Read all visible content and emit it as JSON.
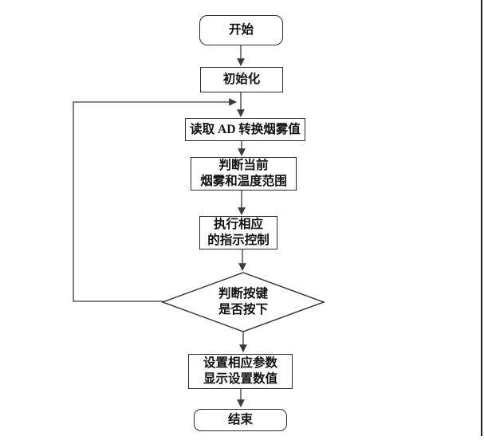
{
  "diagram": {
    "type": "flowchart",
    "nodes": {
      "start": {
        "shape": "terminator",
        "lines": [
          "开始"
        ]
      },
      "init": {
        "shape": "process",
        "lines": [
          "初始化"
        ]
      },
      "read_ad": {
        "shape": "process",
        "lines": [
          "读取 AD 转换烟雾值"
        ]
      },
      "judge_range": {
        "shape": "process",
        "lines": [
          "判断当前",
          "烟雾和温度范围"
        ]
      },
      "execute": {
        "shape": "process",
        "lines": [
          "执行相应",
          "的指示控制"
        ]
      },
      "key_decision": {
        "shape": "decision",
        "lines": [
          "判断按键",
          "是否按下"
        ]
      },
      "set_params": {
        "shape": "process",
        "lines": [
          "设置相应参数",
          "显示设置数值"
        ]
      },
      "end": {
        "shape": "terminator",
        "lines": [
          "结束"
        ]
      }
    },
    "edges": [
      {
        "from": "start",
        "to": "init"
      },
      {
        "from": "init",
        "to": "read_ad"
      },
      {
        "from": "read_ad",
        "to": "judge_range"
      },
      {
        "from": "judge_range",
        "to": "execute"
      },
      {
        "from": "execute",
        "to": "key_decision"
      },
      {
        "from": "key_decision",
        "to": "set_params"
      },
      {
        "from": "key_decision",
        "to": "read_ad",
        "kind": "loop-back-left"
      },
      {
        "from": "set_params",
        "to": "end"
      }
    ],
    "colors": {
      "line": "#3a3a3a",
      "border": "#2b2b2b",
      "fill": "#ffffff",
      "text": "#111111",
      "frame": "#1f1f1f",
      "background": "#ffffff"
    }
  }
}
